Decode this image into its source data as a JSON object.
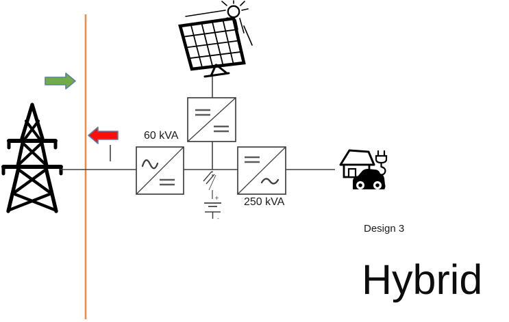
{
  "slide": {
    "title": "Hybrid",
    "design_label": "Design 3"
  },
  "diagram": {
    "pcc_boundary": {
      "color": "#ED8C47"
    },
    "arrows": {
      "export": {
        "direction": "right",
        "fill": "#70AD47",
        "stroke": "#5B80A5"
      },
      "import": {
        "direction": "left",
        "fill": "#FF0D0D",
        "stroke": "#5B80A5"
      }
    },
    "converters": {
      "grid": {
        "rating": "60 kVA",
        "type": "AC/DC rectifier"
      },
      "pv": {
        "rating": "",
        "type": "DC/DC converter"
      },
      "load": {
        "rating": "250 kVA",
        "type": "DC/AC inverter"
      }
    },
    "battery": {
      "plus": "+",
      "minus": "-"
    },
    "icons": {
      "transmission_tower": "transmission-tower-icon",
      "sun": "sun-icon",
      "solar_panel": "solar-panel-icon",
      "house": "house-icon",
      "ev_car": "ev-car-icon",
      "plug": "plug-icon",
      "battery": "battery-icon",
      "disconnect_switch": "disconnect-switch-icon"
    }
  }
}
